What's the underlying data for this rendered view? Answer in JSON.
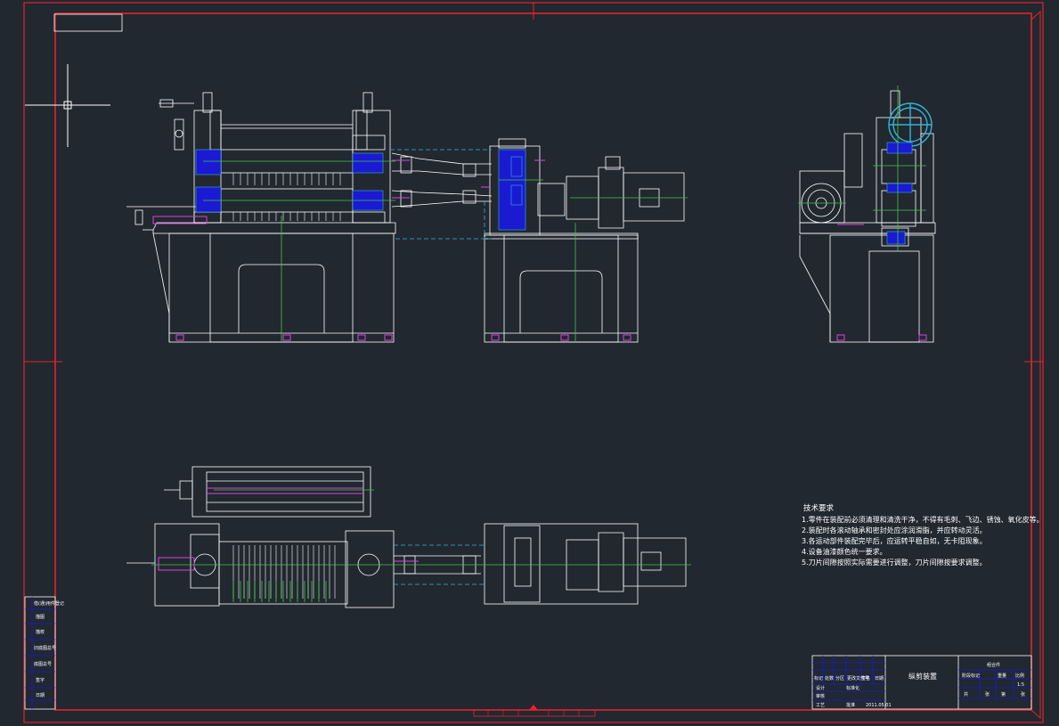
{
  "drawing": {
    "notes": {
      "title": "技术要求",
      "lines": [
        "1.零件在装配前必须清理和清洗干净，不得有毛刺、飞边、锈蚀、氧化皮等。",
        "2.装配时各滚动轴承和密封处应涂润滑脂，并应转动灵活。",
        "3.各运动部件装配完毕后，应运转平稳自如，无卡阻现象。",
        "4.设备油漆颜色统一要求。",
        "5.刀片间隙按照实际需要进行调整，刀片间隙按要求调整。"
      ]
    },
    "title_block": {
      "drawing_name": "纵剪装置",
      "material": "组合件",
      "revision_labels": [
        "标记",
        "处数",
        "分区",
        "更改文件号",
        "签名",
        "日期"
      ],
      "role_labels": [
        "设计",
        "标准化",
        "审核",
        "工艺",
        "批准"
      ],
      "right_labels": [
        "阶段标记",
        "重量",
        "比例"
      ],
      "sheet_labels": [
        "共",
        "张",
        "第",
        "张"
      ],
      "scale_value": "1:5",
      "date_value": "2011.05.01"
    },
    "side_column": {
      "labels": [
        "借(通)用件登记",
        "描图",
        "描校",
        "旧底图总号",
        "底图总号",
        "签字",
        "日期"
      ]
    },
    "colors": {
      "background": "#212830",
      "border": "#e8222a",
      "outline": "#ffffff",
      "centerline": "#3ec93e",
      "hidden": "#36b4d6",
      "magenta": "#e040e0",
      "blue_fill": "#1a1ad2"
    }
  }
}
